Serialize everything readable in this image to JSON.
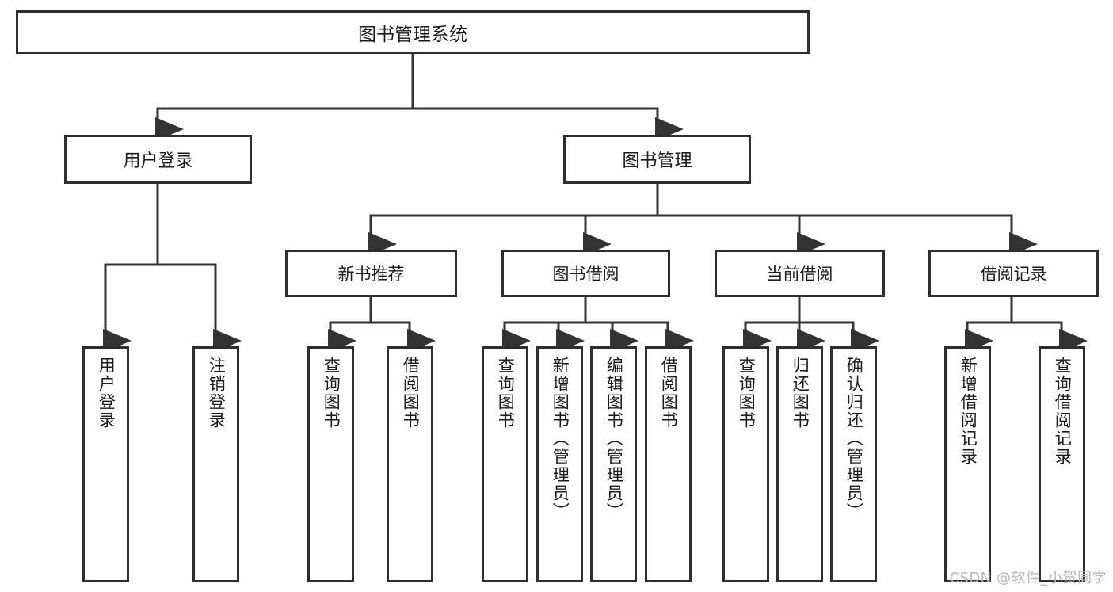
{
  "diagram": {
    "title": "图书管理系统",
    "type": "hierarchy-tree",
    "watermark": "CSDN @软件_小贺同学",
    "colors": {
      "background": "#ffffff",
      "box_border": "#2e2e2e",
      "box_fill": "#ffffff",
      "connector": "#333333",
      "text": "#1b1b1b",
      "watermark": "#b9b9b9"
    },
    "root": {
      "label": "图书管理系统"
    },
    "level2": [
      {
        "label": "用户登录"
      },
      {
        "label": "图书管理"
      }
    ],
    "level3": [
      {
        "label": "新书推荐"
      },
      {
        "label": "图书借阅"
      },
      {
        "label": "当前借阅"
      },
      {
        "label": "借阅记录"
      }
    ],
    "leaves": {
      "user_login": [
        {
          "label": "用户登录"
        },
        {
          "label": "注销登录"
        }
      ],
      "new_book_recommend": [
        {
          "label": "查询图书"
        },
        {
          "label": "借阅图书"
        }
      ],
      "book_borrow": [
        {
          "label": "查询图书"
        },
        {
          "label": "新增图书（管理员）"
        },
        {
          "label": "编辑图书（管理员）"
        },
        {
          "label": "借阅图书"
        }
      ],
      "current_borrow": [
        {
          "label": "查询图书"
        },
        {
          "label": "归还图书"
        },
        {
          "label": "确认归还（管理员）"
        }
      ],
      "borrow_record": [
        {
          "label": "新增借阅记录"
        },
        {
          "label": "查询借阅记录"
        }
      ]
    }
  }
}
